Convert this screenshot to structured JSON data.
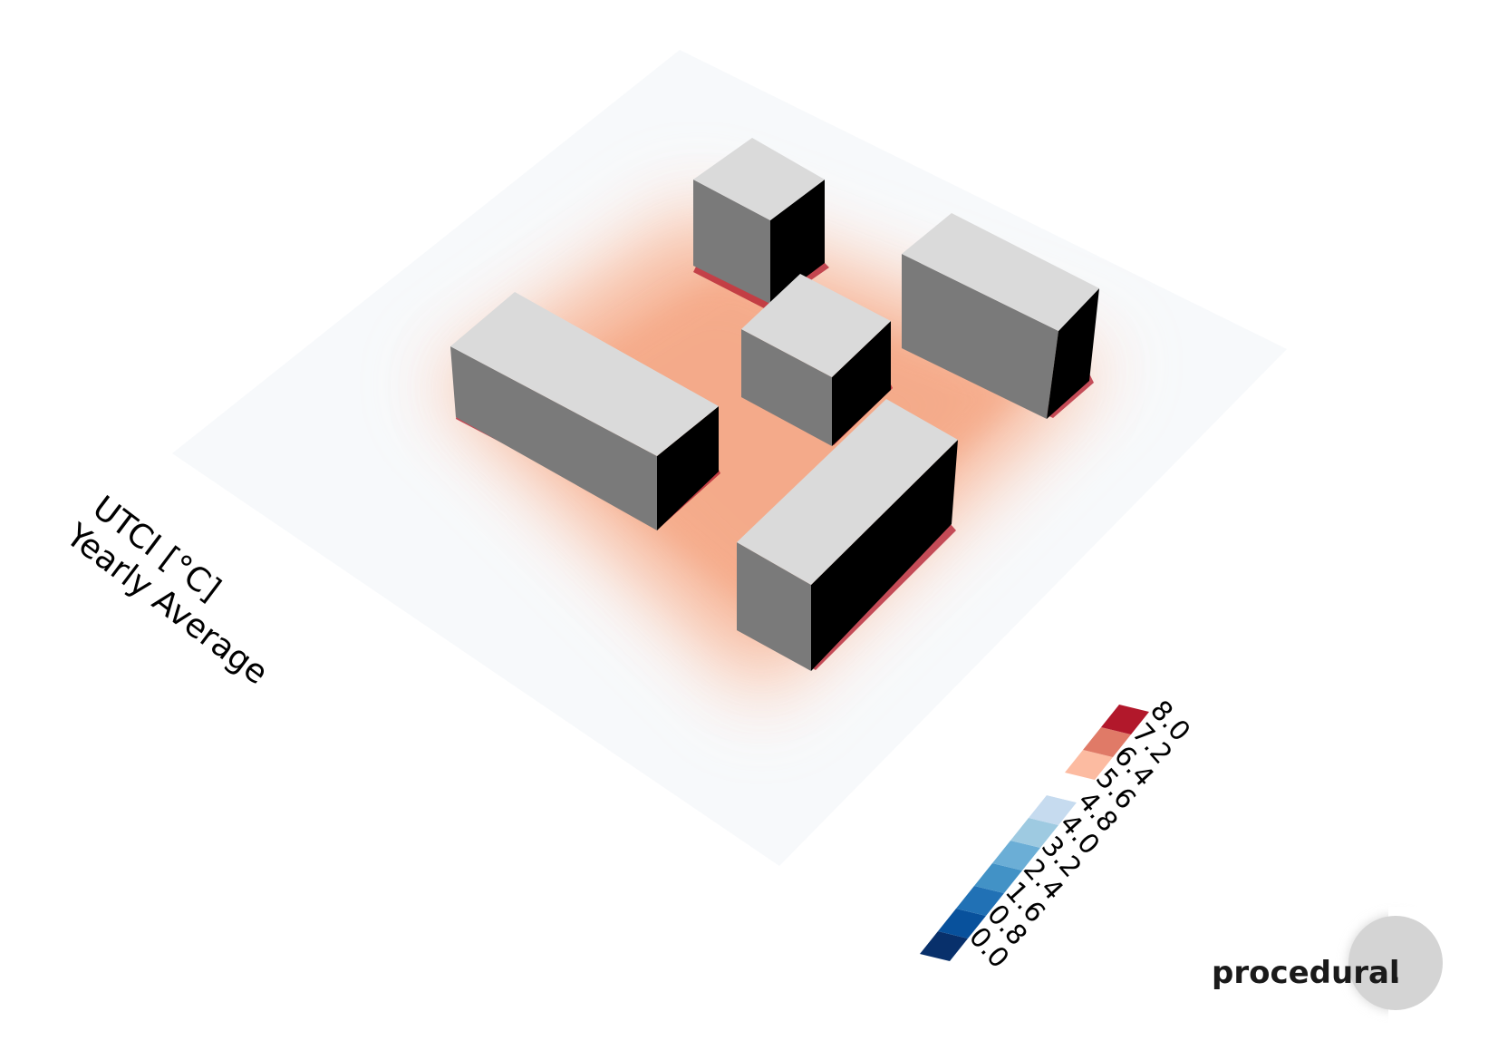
{
  "title": {
    "line1": "UTCI [°C]",
    "line2": "Yearly Average"
  },
  "legend": {
    "labels": [
      "0.0",
      "0.8",
      "1.6",
      "2.4",
      "3.2",
      "4.0",
      "4.8",
      "5.6",
      "6.4",
      "7.2",
      "8.0"
    ],
    "colors": [
      "#08306b",
      "#08519c",
      "#2171b5",
      "#4292c6",
      "#6baed6",
      "#9ecae1",
      "#c6dbef",
      "#ffffff",
      "#fcbba1",
      "#e07a67",
      "#b2182b"
    ]
  },
  "brand": {
    "name": "procedural",
    "dot": "."
  },
  "colors": {
    "roof": "#dadada",
    "front_face": "#7a7a7a",
    "side_face": "#000000",
    "ground": "#f7f9fb",
    "heat_low": "#fde0d2",
    "heat_mid": "#f4a582",
    "heat_high": "#d6604d",
    "heat_max": "#b2182b",
    "logo_circle": "#d4d4d4"
  },
  "buildings": [
    {
      "id": "north"
    },
    {
      "id": "west"
    },
    {
      "id": "center"
    },
    {
      "id": "east"
    },
    {
      "id": "south"
    }
  ]
}
